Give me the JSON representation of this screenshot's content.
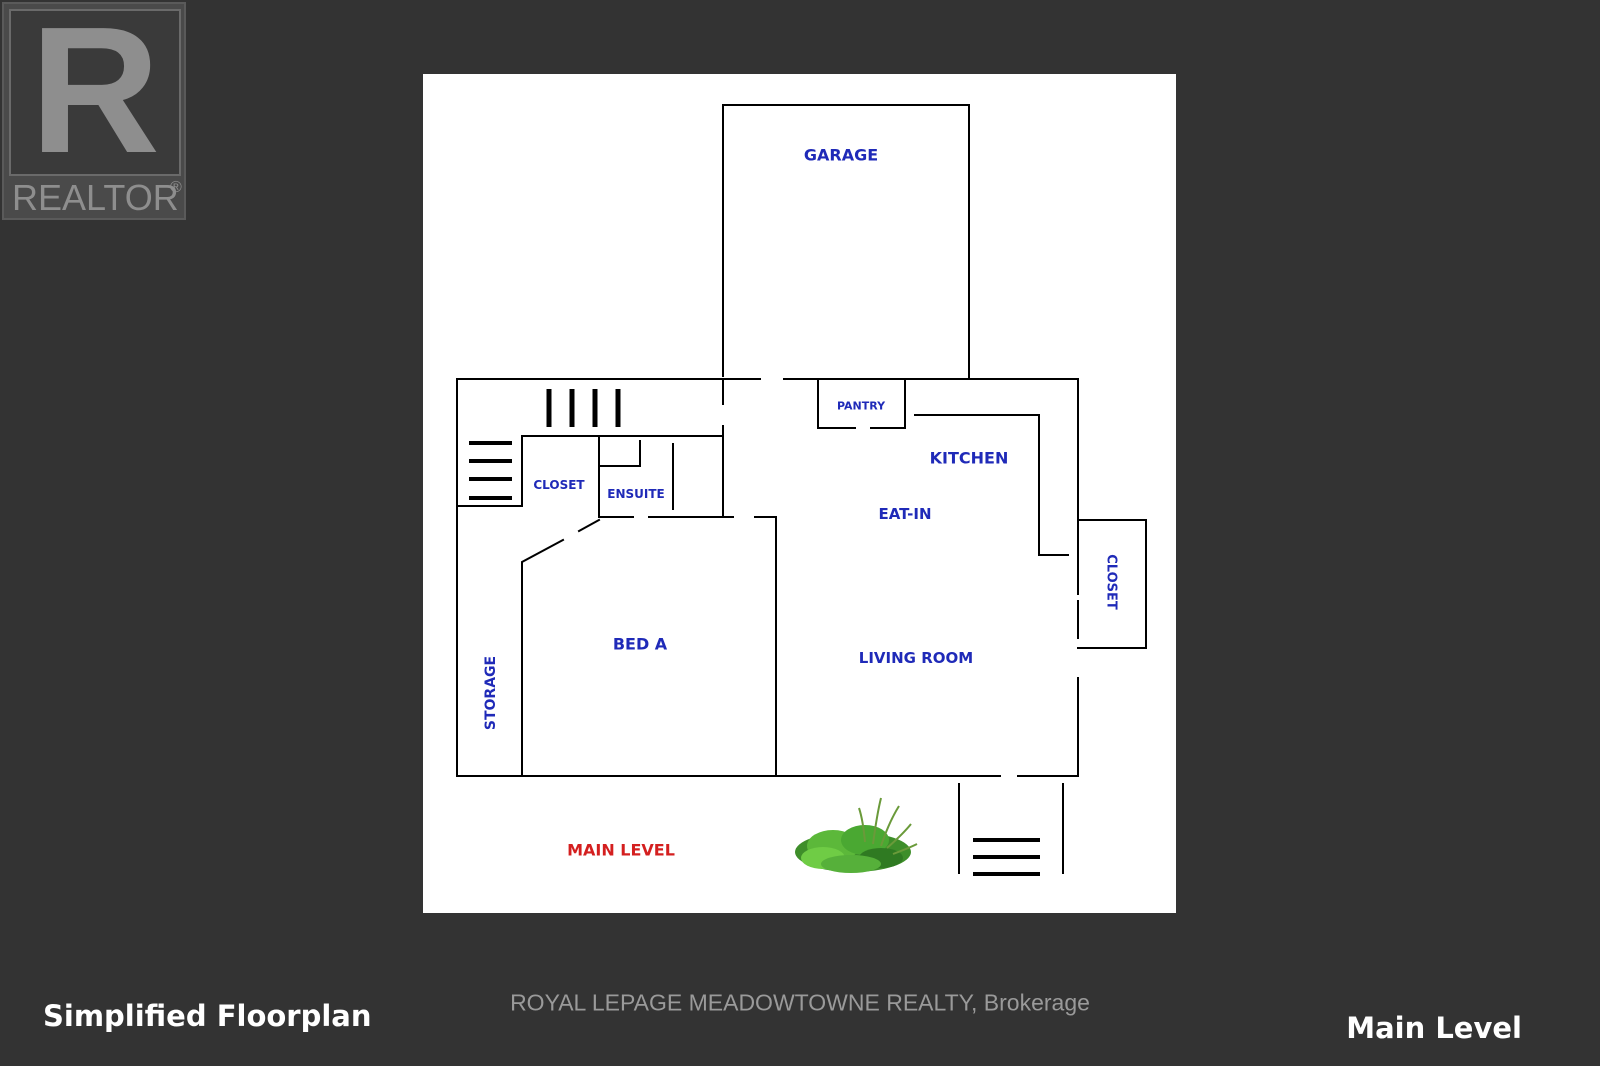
{
  "logo": {
    "text": "REALTOR",
    "registered": "®",
    "letter": "R",
    "icon": "realtor-logo-icon"
  },
  "floorplan": {
    "rooms": {
      "garage": "GARAGE",
      "pantry": "PANTRY",
      "kitchen": "KITCHEN",
      "closet_top": "CLOSET",
      "ensuite": "ENSUITE",
      "eat_in": "EAT-IN",
      "closet_right": "CLOSET",
      "bed_a": "BED A",
      "living_room": "LIVING ROOM",
      "storage": "STORAGE"
    },
    "level_label": "MAIN LEVEL",
    "shrub_icon": "shrub-icon"
  },
  "footer": {
    "brokerage": "ROYAL LEPAGE MEADOWTOWNE REALTY, Brokerage",
    "left_caption": "Simplified Floorplan",
    "right_caption": "Main Level"
  },
  "colors": {
    "background": "#333333",
    "room_label": "#1f2ab8",
    "level_label": "#d41f1f",
    "caption": "#ffffff",
    "brokerage": "#9a9a9a"
  }
}
